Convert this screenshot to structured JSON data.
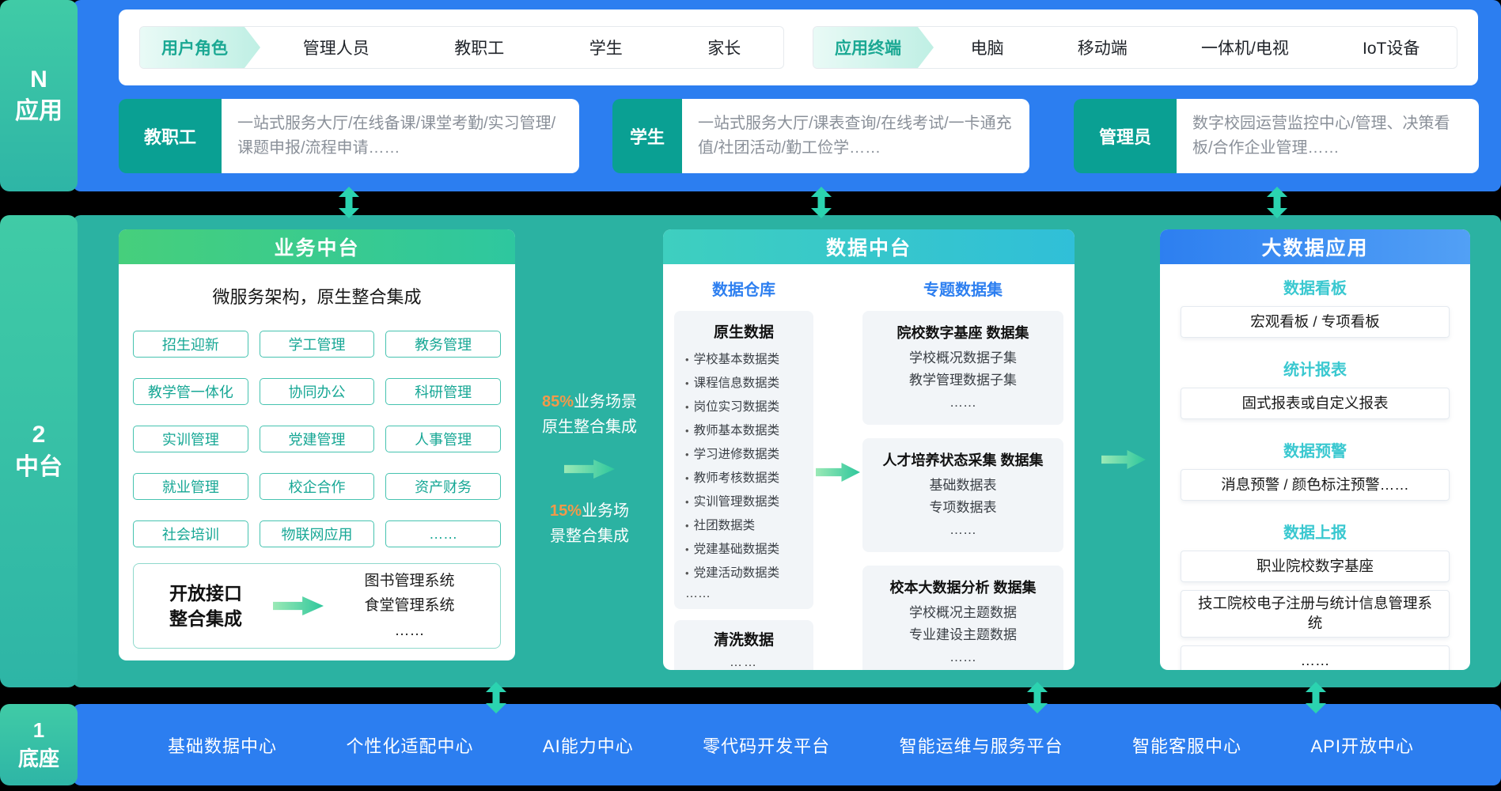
{
  "sidebar": {
    "app_layer": {
      "line1": "N",
      "line2": "应用"
    },
    "middle_layer": {
      "line1": "2",
      "line2": "中台"
    },
    "base_layer": {
      "line1": "1",
      "line2": "底座"
    }
  },
  "app_band": {
    "user_roles": {
      "label": "用户角色",
      "items": [
        "管理人员",
        "教职工",
        "学生",
        "家长"
      ]
    },
    "terminals": {
      "label": "应用终端",
      "items": [
        "电脑",
        "移动端",
        "一体机/电视",
        "IoT设备"
      ]
    },
    "cards": [
      {
        "label": "教职工",
        "desc": "一站式服务大厅/在线备课/课堂考勤/实习管理/课题申报/流程申请……"
      },
      {
        "label": "学生",
        "desc": "一站式服务大厅/课表查询/在线考试/一卡通充值/社团活动/勤工俭学……"
      },
      {
        "label": "管理员",
        "desc": "数字校园运营监控中心/管理、决策看板/合作企业管理……"
      }
    ]
  },
  "middle_band": {
    "business": {
      "title": "业务中台",
      "subtitle": "微服务架构，原生整合集成",
      "modules": [
        "招生迎新",
        "学工管理",
        "教务管理",
        "教学管一体化",
        "协同办公",
        "科研管理",
        "实训管理",
        "党建管理",
        "人事管理",
        "就业管理",
        "校企合作",
        "资产财务",
        "社会培训",
        "物联网应用",
        "……"
      ],
      "open_interface": {
        "label_line1": "开放接口",
        "label_line2": "整合集成",
        "targets": [
          "图书管理系统",
          "食堂管理系统",
          "……"
        ]
      }
    },
    "connector": {
      "top_pct": "85%",
      "top_line1": "业务场景",
      "top_line2": "原生整合集成",
      "bottom_pct": "15%",
      "bottom_line1": "业务场",
      "bottom_line2": "景整合集成"
    },
    "data": {
      "title": "数据中台",
      "warehouse_label": "数据仓库",
      "topics_label": "专题数据集",
      "native": {
        "title": "原生数据",
        "bullets": [
          "学校基本数据类",
          "课程信息数据类",
          "岗位实习数据类",
          "教师基本数据类",
          "学习进修数据类",
          "教师考核数据类",
          "实训管理数据类",
          "社团数据类",
          "党建基础数据类",
          "党建活动数据类"
        ],
        "more": "……"
      },
      "clean": {
        "title": "清洗数据",
        "more": "……"
      },
      "topics": [
        {
          "title": "院校数字基座 数据集",
          "lines": [
            "学校概况数据子集",
            "教学管理数据子集",
            "……"
          ]
        },
        {
          "title": "人才培养状态采集 数据集",
          "lines": [
            "基础数据表",
            "专项数据表",
            "……"
          ]
        },
        {
          "title": "校本大数据分析 数据集",
          "lines": [
            "学校概况主题数据",
            "专业建设主题数据",
            "……"
          ]
        }
      ]
    },
    "bigdata": {
      "title": "大数据应用",
      "sections": [
        {
          "label": "数据看板",
          "items": [
            "宏观看板 / 专项看板"
          ]
        },
        {
          "label": "统计报表",
          "items": [
            "固式报表或自定义报表"
          ]
        },
        {
          "label": "数据预警",
          "items": [
            "消息预警 / 颜色标注预警……"
          ]
        },
        {
          "label": "数据上报",
          "items": [
            "职业院校数字基座",
            "技工院校电子注册与统计信息管理系统",
            "……"
          ]
        }
      ]
    }
  },
  "base_band": {
    "items": [
      "基础数据中心",
      "个性化适配中心",
      "AI能力中心",
      "零代码开发平台",
      "智能运维与服务平台",
      "智能客服中心",
      "API开放中心"
    ]
  },
  "colors": {
    "band_blue": "#2C7EF0",
    "band_teal": "#2BB2A2",
    "sidebar_teal": "#3AC4A6",
    "dark_teal_label": "#0AA093",
    "header_green": "#46CF7C",
    "header_cyan": "#35C6CE",
    "header_blue": "#2D7FF0",
    "module_teal": "#17A795",
    "accent_orange": "#F2994A",
    "arrow_teal": "#2BD3B0",
    "bd_label_cyan": "#3AC8D0",
    "gray_box": "#F2F5F8"
  }
}
